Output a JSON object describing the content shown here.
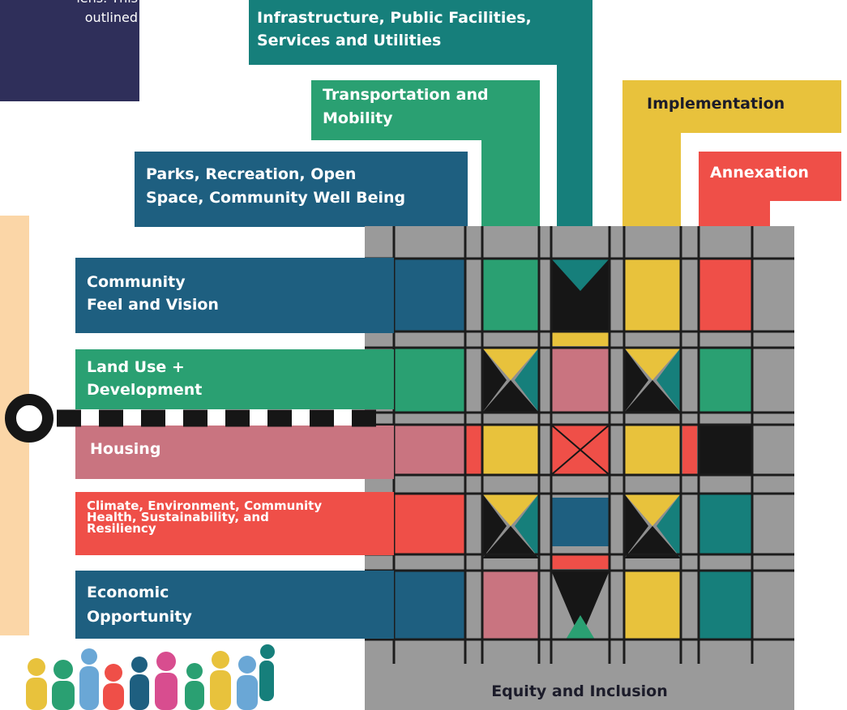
{
  "intro": {
    "text": "lens. This\noutlined"
  },
  "columns": [
    {
      "id": "infrastructure",
      "label": "Infrastructure, Public Facilities,\nServices and Utilities",
      "color": "#167f7b"
    },
    {
      "id": "transportation",
      "label": "Transportation and\nMobility",
      "color": "#2aa072"
    },
    {
      "id": "parks",
      "label": "Parks, Recreation, Open\nSpace, Community Well Being",
      "color": "#1e5f80"
    },
    {
      "id": "implementation",
      "label": "Implementation",
      "color": "#e8c23c"
    },
    {
      "id": "annexation",
      "label": "Annexation",
      "color": "#ef4f48"
    }
  ],
  "rows": [
    {
      "id": "community-feel",
      "label": "Community\nFeel and Vision",
      "color": "#1e5f80"
    },
    {
      "id": "land-use",
      "label": "Land Use +\nDevelopment",
      "color": "#2aa072"
    },
    {
      "id": "housing",
      "label": "Housing",
      "color": "#c97480"
    },
    {
      "id": "climate",
      "label": "Climate, Environment, Community\nHealth, Sustainability, and\nResiliency",
      "color": "#ef4f48"
    },
    {
      "id": "economic",
      "label": "Economic\nOpportunity",
      "color": "#1e5f80"
    }
  ],
  "foundation": {
    "label": "Equity and Inclusion"
  },
  "palette": {
    "navy": "#2f2f5a",
    "peach": "#fbd6a7",
    "gray": "#9a9a9a",
    "dark": "#161616",
    "blue": "#1e5f80",
    "green": "#2aa072",
    "teal": "#167f7b",
    "yellow": "#e8c23c",
    "red": "#ef4f48",
    "pink": "#c97480"
  }
}
